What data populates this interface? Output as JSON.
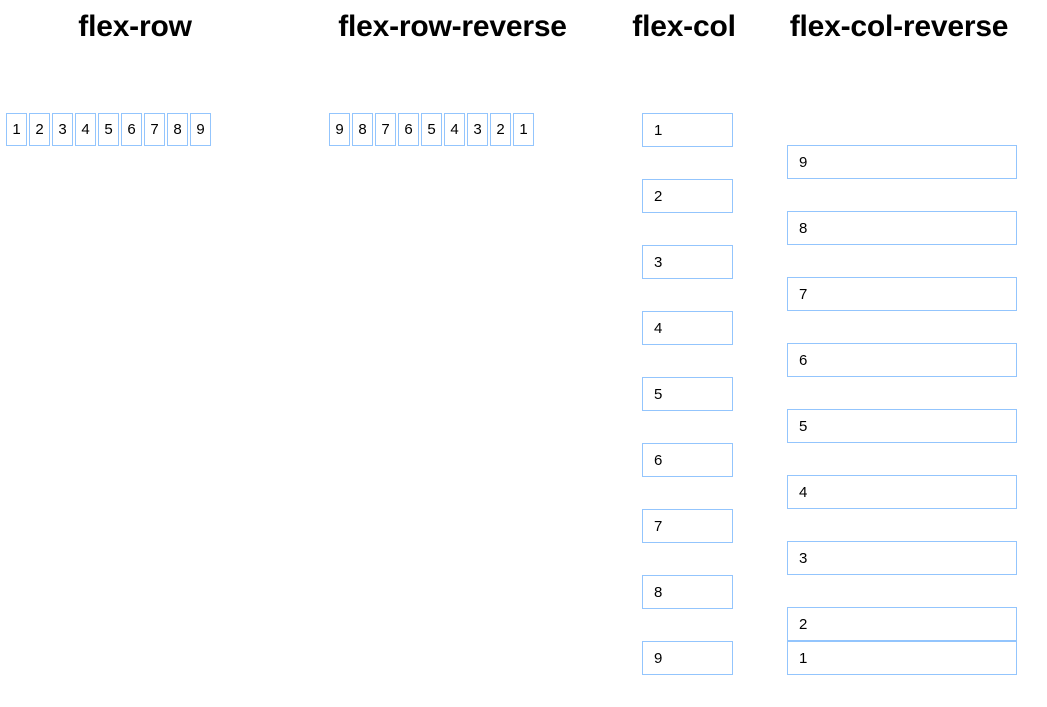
{
  "page": {
    "background_color": "#ffffff",
    "box_border_color": "#93c5fd",
    "text_color": "#000000"
  },
  "sections": [
    {
      "id": "flex-row",
      "heading": "flex-row",
      "direction": "row",
      "items": [
        "1",
        "2",
        "3",
        "4",
        "5",
        "6",
        "7",
        "8",
        "9"
      ],
      "visual_order": [
        "1",
        "2",
        "3",
        "4",
        "5",
        "6",
        "7",
        "8",
        "9"
      ]
    },
    {
      "id": "flex-row-reverse",
      "heading": "flex-row-reverse",
      "direction": "row-reverse",
      "items": [
        "1",
        "2",
        "3",
        "4",
        "5",
        "6",
        "7",
        "8",
        "9"
      ],
      "visual_order": [
        "9",
        "8",
        "7",
        "6",
        "5",
        "4",
        "3",
        "2",
        "1"
      ]
    },
    {
      "id": "flex-col",
      "heading": "flex-col",
      "direction": "column",
      "items": [
        "1",
        "2",
        "3",
        "4",
        "5",
        "6",
        "7",
        "8",
        "9"
      ],
      "visual_order": [
        "1",
        "2",
        "3",
        "4",
        "5",
        "6",
        "7",
        "8",
        "9"
      ]
    },
    {
      "id": "flex-col-reverse",
      "heading": "flex-col-reverse",
      "direction": "column-reverse",
      "items": [
        "1",
        "2",
        "3",
        "4",
        "5",
        "6",
        "7",
        "8",
        "9"
      ],
      "visual_order": [
        "9",
        "8",
        "7",
        "6",
        "5",
        "4",
        "3",
        "2",
        "1"
      ]
    }
  ]
}
